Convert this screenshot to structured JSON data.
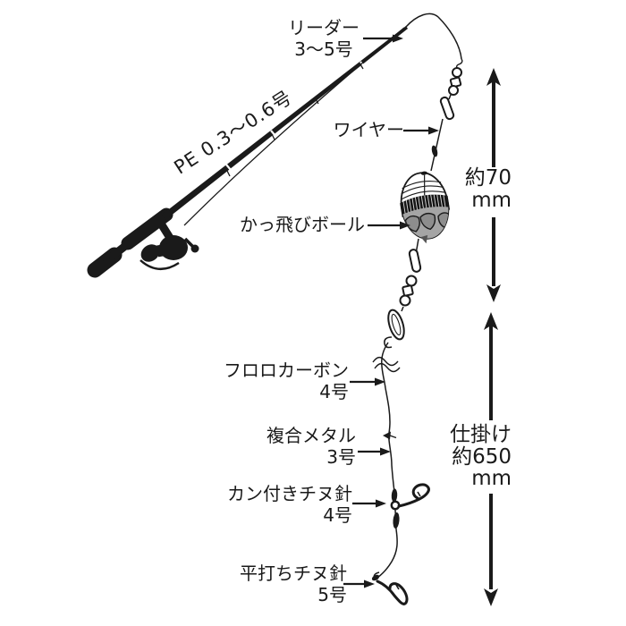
{
  "figure": {
    "type": "fishing-rig-diagram",
    "background": "#ffffff",
    "ink_color": "#1a1a1a",
    "float_colors": {
      "body": "#ffffff",
      "band": "#161616",
      "lower_body": "#a5a5a5",
      "scallop": "#8d8d8d"
    },
    "labels": {
      "leader_line1": "リーダー",
      "leader_line2": "3〜5号",
      "pe_line": "PE 0.3〜0.6号",
      "wire": "ワイヤー",
      "kattobi_ball": "かっ飛びボール",
      "fluoro_line1": "フロロカーボン",
      "fluoro_line2": "4号",
      "metal_line1": "複合メタル",
      "metal_line2": "3号",
      "kan_hook_line1": "カン付きチヌ針",
      "kan_hook_line2": "4号",
      "flat_hook_line1": "平打ちチヌ針",
      "flat_hook_line2": "5号"
    },
    "measurements": {
      "float_section_line1": "約70",
      "float_section_line2": "mm",
      "rig_section_line1": "仕掛け",
      "rig_section_line2": "約650",
      "rig_section_line3": "mm"
    }
  }
}
